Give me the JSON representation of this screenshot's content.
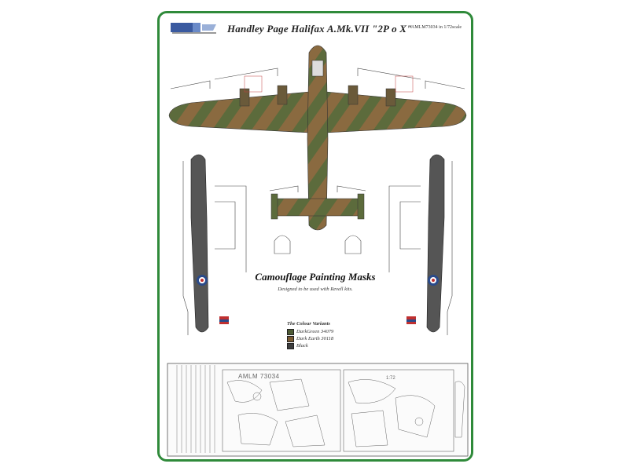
{
  "header": {
    "title": "Handley Page Halifax A.Mk.VII   \"2P o X\"",
    "code": "AMLM73034  in 1/72scale"
  },
  "main": {
    "subtitle": "Camouflage Painting Masks",
    "designed_for": "Designed to be used with Revell kits."
  },
  "legend": {
    "heading": "The Colour Variants",
    "items": [
      {
        "label": "DarkGreen  34079",
        "color": "#4d5a34"
      },
      {
        "label": "Dark Earth  30118",
        "color": "#7a5a32"
      },
      {
        "label": "Black",
        "color": "#3d3d3d"
      }
    ]
  },
  "mask_sheet": {
    "code": "AMLM 73034",
    "scale": "1:72"
  },
  "colors": {
    "border": "#2f8a3a",
    "dark_green": "#5c6b3c",
    "dark_earth": "#8a6a40",
    "side_grey": "#555555"
  }
}
